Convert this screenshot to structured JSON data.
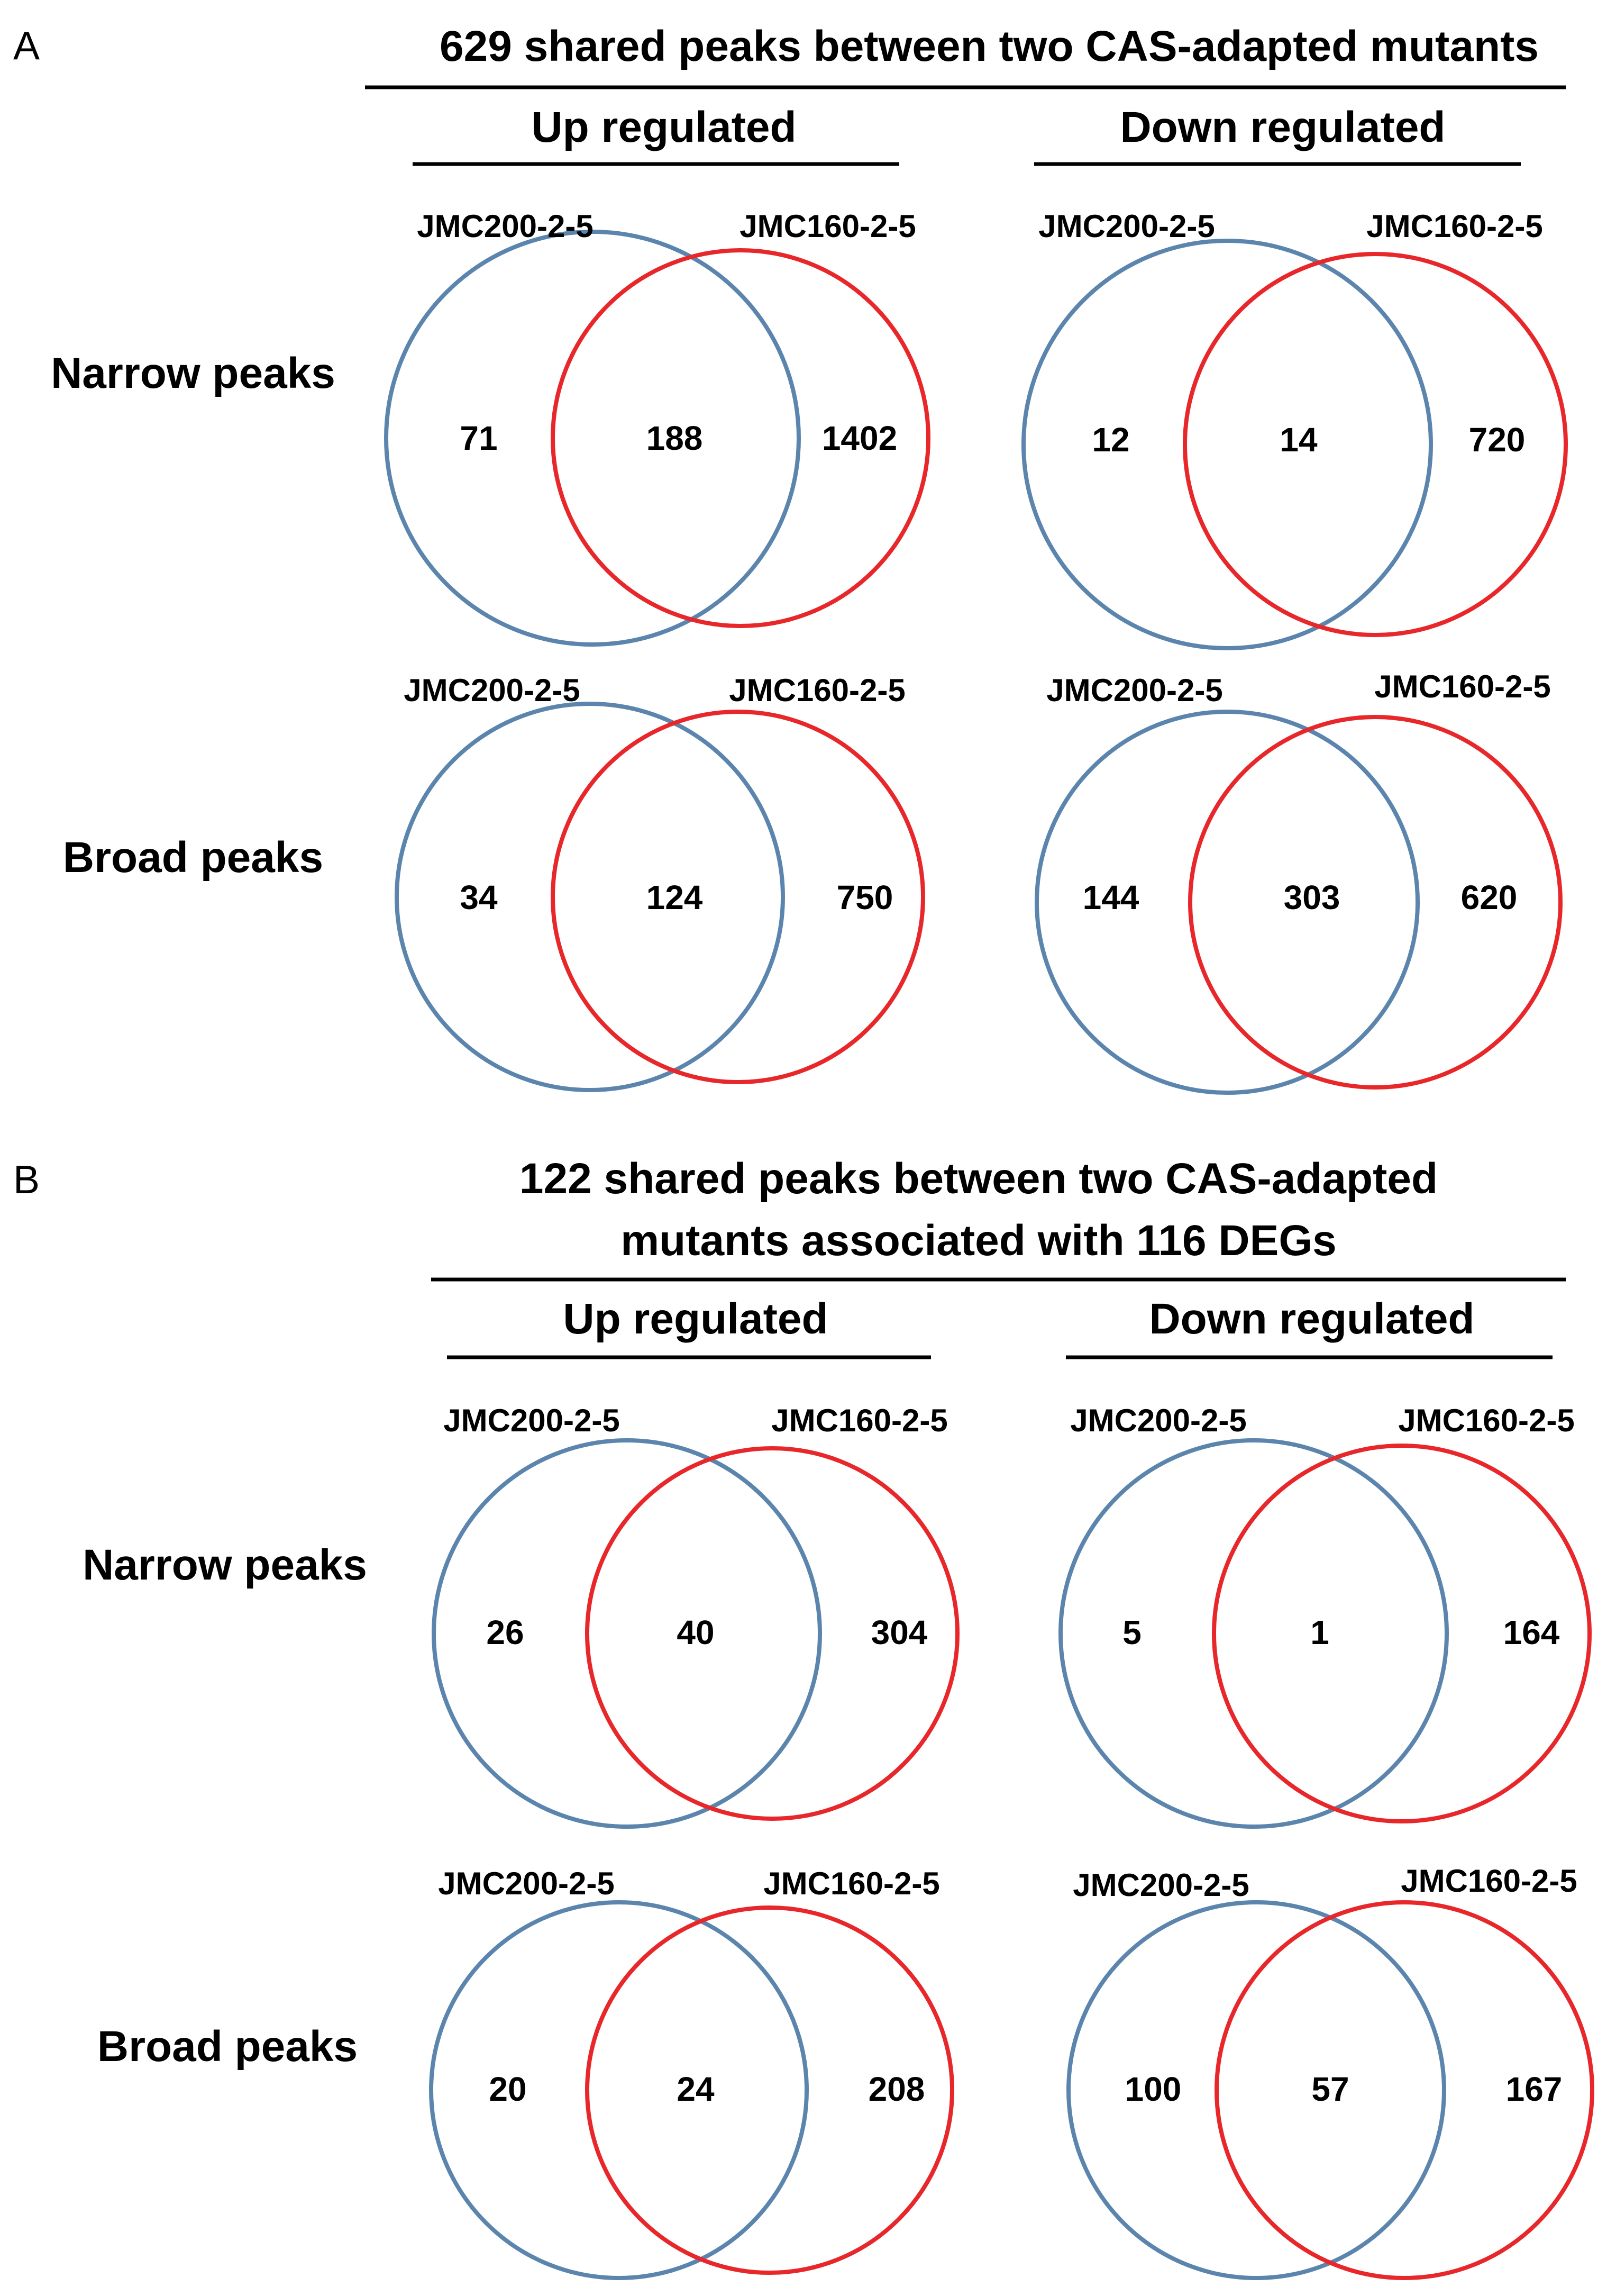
{
  "colors": {
    "set_a": "#5b85ad",
    "set_b": "#e8272b"
  },
  "panels": [
    {
      "letter": "A",
      "title_lines": [
        "629 shared peaks between two CAS-adapted mutants"
      ],
      "columns": [
        "Up regulated",
        "Down regulated"
      ],
      "rows": [
        "Narrow peaks",
        "Broad peaks"
      ],
      "venns": [
        {
          "row": 0,
          "col": 0,
          "set_a": "JMC200-2-5",
          "set_b": "JMC160-2-5",
          "only_a": "71",
          "both": "188",
          "only_b": "1402"
        },
        {
          "row": 0,
          "col": 1,
          "set_a": "JMC200-2-5",
          "set_b": "JMC160-2-5",
          "only_a": "12",
          "both": "14",
          "only_b": "720"
        },
        {
          "row": 1,
          "col": 0,
          "set_a": "JMC200-2-5",
          "set_b": "JMC160-2-5",
          "only_a": "34",
          "both": "124",
          "only_b": "750"
        },
        {
          "row": 1,
          "col": 1,
          "set_a": "JMC200-2-5",
          "set_b": "JMC160-2-5",
          "only_a": "144",
          "both": "303",
          "only_b": "620"
        }
      ]
    },
    {
      "letter": "B",
      "title_lines": [
        "122 shared peaks between two CAS-adapted",
        "mutants associated with 116 DEGs"
      ],
      "columns": [
        "Up regulated",
        "Down regulated"
      ],
      "rows": [
        "Narrow peaks",
        "Broad peaks"
      ],
      "venns": [
        {
          "row": 0,
          "col": 0,
          "set_a": "JMC200-2-5",
          "set_b": "JMC160-2-5",
          "only_a": "26",
          "both": "40",
          "only_b": "304"
        },
        {
          "row": 0,
          "col": 1,
          "set_a": "JMC200-2-5",
          "set_b": "JMC160-2-5",
          "only_a": "5",
          "both": "1",
          "only_b": "164"
        },
        {
          "row": 1,
          "col": 0,
          "set_a": "JMC200-2-5",
          "set_b": "JMC160-2-5",
          "only_a": "20",
          "both": "24",
          "only_b": "208"
        },
        {
          "row": 1,
          "col": 1,
          "set_a": "JMC200-2-5",
          "set_b": "JMC160-2-5",
          "only_a": "100",
          "both": "57",
          "only_b": "167"
        }
      ]
    }
  ]
}
